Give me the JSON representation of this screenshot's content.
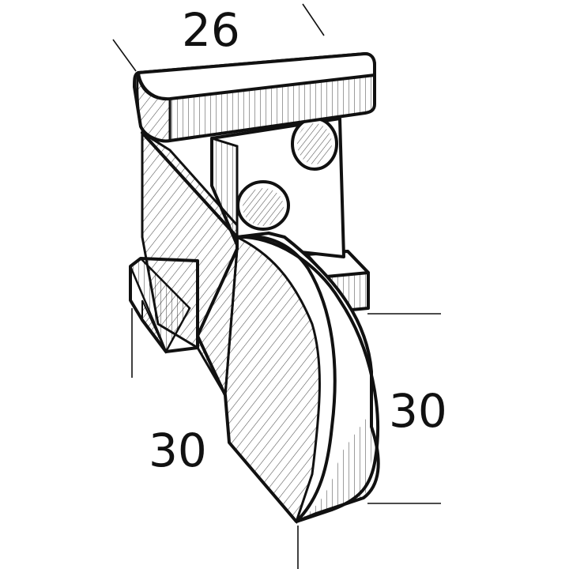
{
  "dimensions": {
    "top_width": "26",
    "right_height": "30",
    "left_height": "30"
  },
  "colors": {
    "ink": "#111111",
    "paper": "#ffffff"
  }
}
